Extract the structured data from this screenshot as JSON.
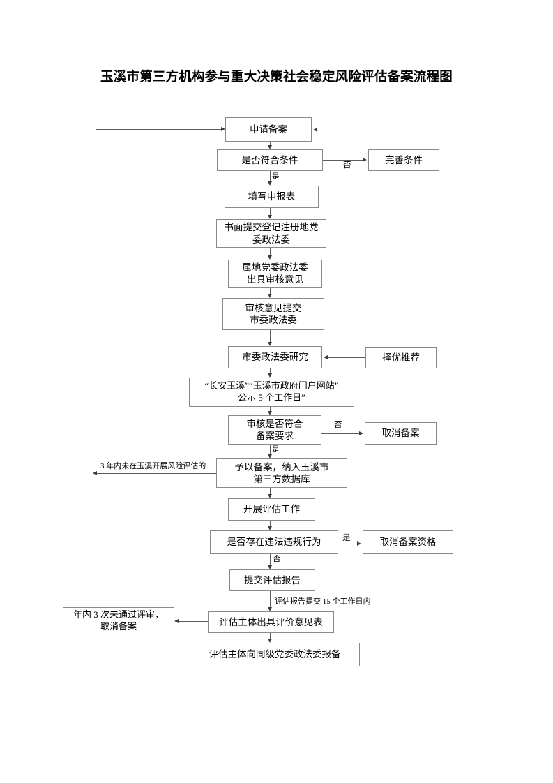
{
  "document": {
    "title": "玉溪市第三方机构参与重大决策社会稳定风险评估备案流程图"
  },
  "flow": {
    "nodes": [
      {
        "id": "apply",
        "label": "申请备案"
      },
      {
        "id": "check_condition",
        "label": "是否符合条件"
      },
      {
        "id": "improve",
        "label": "完善条件"
      },
      {
        "id": "fill_form",
        "label": "填写申报表"
      },
      {
        "id": "submit_written",
        "label": "书面提交登记注册地党\n委政法委"
      },
      {
        "id": "local_opinion",
        "label": "属地党委政法委\n出具审核意见"
      },
      {
        "id": "submit_opinion",
        "label": "审核意见提交\n市委政法委"
      },
      {
        "id": "city_study",
        "label": "市委政法委研究"
      },
      {
        "id": "recommend",
        "label": "择优推荐"
      },
      {
        "id": "publicity",
        "label": "“长安玉溪”“玉溪市政府门户网站”\n公示 5 个工作日”"
      },
      {
        "id": "check_record_req",
        "label": "审核是否符合\n备案要求"
      },
      {
        "id": "cancel_record",
        "label": "取消备案"
      },
      {
        "id": "grant_record",
        "label": "予以备案，纳入玉溪市\n第三方数据库"
      },
      {
        "id": "do_assessment",
        "label": "开展评估工作"
      },
      {
        "id": "check_violation",
        "label": "是否存在违法违规行为"
      },
      {
        "id": "cancel_qualify",
        "label": "取消备案资格"
      },
      {
        "id": "submit_report",
        "label": "提交评估报告"
      },
      {
        "id": "year3_cancel",
        "label": "年内 3 次未通过评审，\n取消备案"
      },
      {
        "id": "issue_opinion",
        "label": "评估主体出具评价意见表"
      },
      {
        "id": "report_to_party",
        "label": "评估主体向同级党委政法委报备"
      }
    ],
    "edge_labels": {
      "condition_no": "否",
      "condition_yes": "是",
      "record_req_no": "否",
      "record_req_yes": "是",
      "violation_yes": "是",
      "violation_no": "否",
      "no_assessment_3y": "3 年内未在玉溪开展风险评估的",
      "report_15_days": "评估报告提交 15 个工作日内"
    }
  },
  "colors": {
    "box_border": "#8a8a8a",
    "line": "#5d5d5d",
    "text": "#000000",
    "background": "#ffffff"
  }
}
